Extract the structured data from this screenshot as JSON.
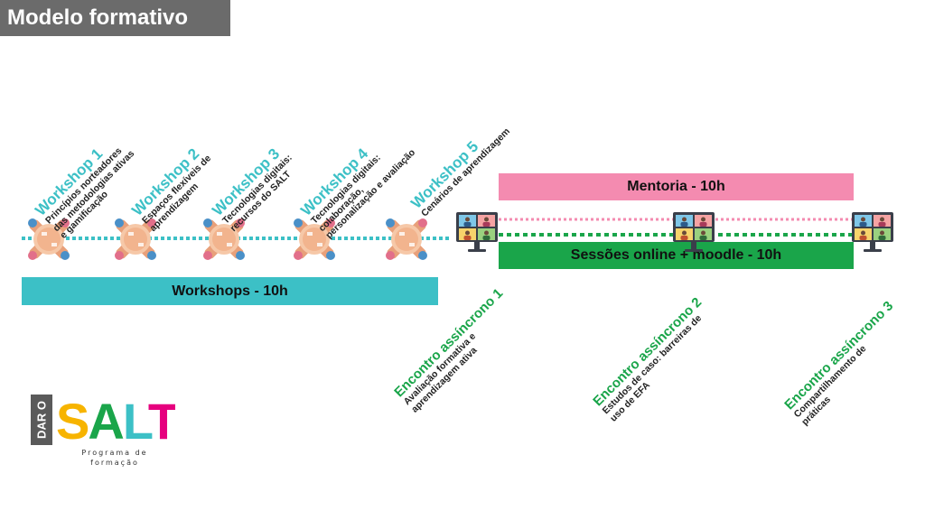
{
  "title": "Modelo formativo",
  "bars": {
    "workshops": "Workshops - 10h",
    "mentoria": "Mentoria - 10h",
    "sessoes": "Sessões online + moodle - 10h"
  },
  "workshops": [
    {
      "title": "Workshop 1",
      "lines": [
        "Princípios norteadores",
        "das metodologias ativas",
        "e gamificação"
      ]
    },
    {
      "title": "Workshop 2",
      "lines": [
        "Espaços flexíveis de",
        "aprendizagem"
      ]
    },
    {
      "title": "Workshop 3",
      "lines": [
        "Tecnologias digitais:",
        "recursos do SALT"
      ]
    },
    {
      "title": "Workshop 4",
      "lines": [
        "Tecnologias digitais:",
        "colaboração,",
        "personalização e avaliação"
      ]
    },
    {
      "title": "Workshop 5",
      "lines": [
        "Cenários de aprendizagem"
      ]
    }
  ],
  "encontros": [
    {
      "title": "Encontro assíncrono 1",
      "lines": [
        "Avaliação formativa e",
        "aprendizagem ativa"
      ]
    },
    {
      "title": "Encontro assíncrono 2",
      "lines": [
        "Estudos de caso: barreiras de",
        "uso de EFA"
      ]
    },
    {
      "title": "Encontro assíncrono 3",
      "lines": [
        "Compartilhamento de",
        "práticas"
      ]
    }
  ],
  "logo": {
    "dar": "DAR O",
    "salt": "SALT",
    "subtitle1": "Programa de",
    "subtitle2": "formação"
  },
  "colors": {
    "teal": "#3cc0c6",
    "pink": "#f48bb0",
    "green": "#1aa54a",
    "title_bg": "#6b6b6b"
  },
  "icons": [
    "meeting-table-icon",
    "video-call-monitor-icon"
  ]
}
